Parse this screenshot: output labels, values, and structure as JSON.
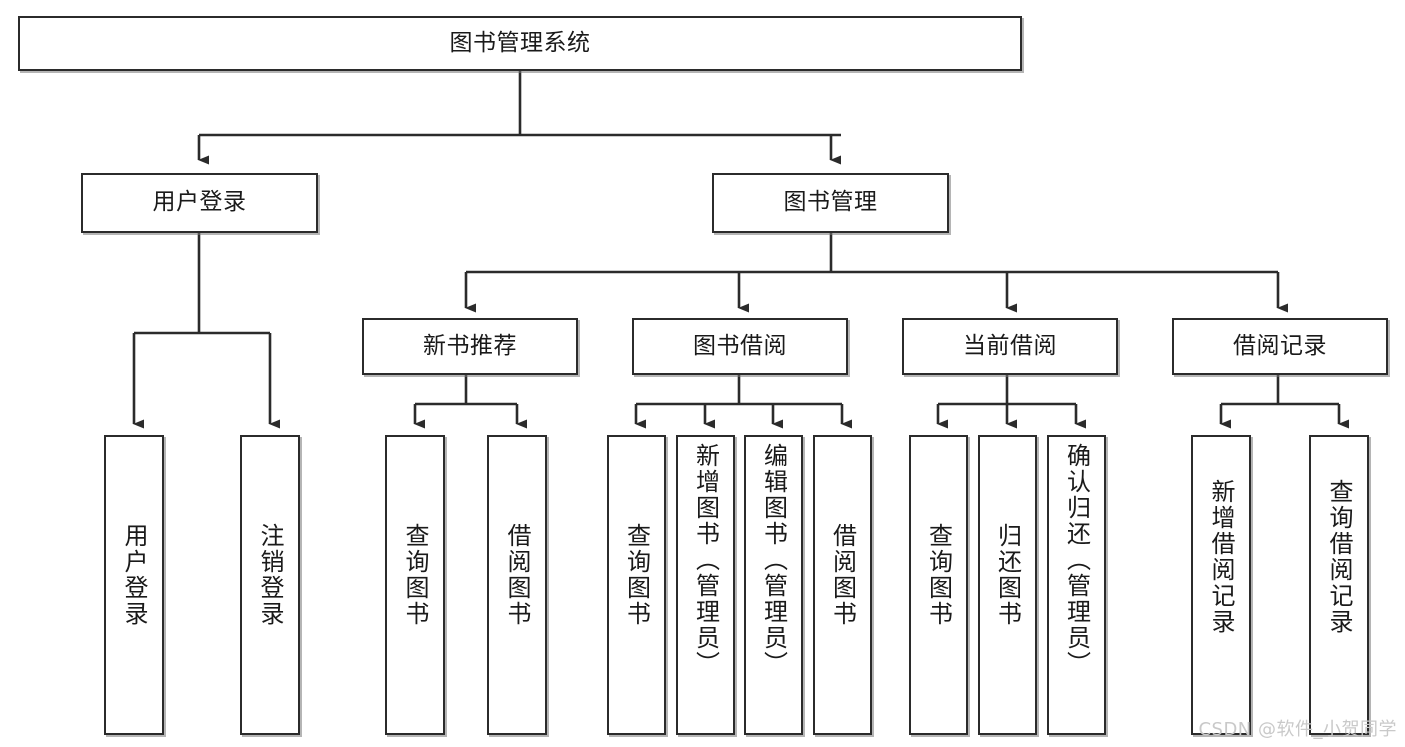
{
  "diagram": {
    "title": "图书管理系统",
    "type": "hierarchy-tree",
    "watermark": "CSDN @软件_小贺同学",
    "colors": {
      "box_border": "#2b2b2b",
      "box_fill": "#ffffff",
      "edge": "#2b2b2b",
      "text": "#1a1a1a",
      "watermark": "#c9c9c9",
      "background": "#ffffff"
    },
    "root": {
      "label": "图书管理系统",
      "orientation": "horizontal"
    },
    "level2": [
      {
        "label": "用户登录",
        "orientation": "horizontal"
      },
      {
        "label": "图书管理",
        "orientation": "horizontal"
      }
    ],
    "level3": [
      {
        "label": "新书推荐",
        "orientation": "horizontal",
        "parent": "图书管理"
      },
      {
        "label": "图书借阅",
        "orientation": "horizontal",
        "parent": "图书管理"
      },
      {
        "label": "当前借阅",
        "orientation": "horizontal",
        "parent": "图书管理"
      },
      {
        "label": "借阅记录",
        "orientation": "horizontal",
        "parent": "图书管理"
      }
    ],
    "leaves": {
      "user_login": [
        {
          "label": "用户登录",
          "orientation": "vertical"
        },
        {
          "label": "注销登录",
          "orientation": "vertical"
        }
      ],
      "new_book_recommend": [
        {
          "label": "查询图书",
          "orientation": "vertical"
        },
        {
          "label": "借阅图书",
          "orientation": "vertical"
        }
      ],
      "book_borrow": [
        {
          "label": "查询图书",
          "orientation": "vertical"
        },
        {
          "label": "新增图书（管理员）",
          "orientation": "vertical"
        },
        {
          "label": "编辑图书（管理员）",
          "orientation": "vertical"
        },
        {
          "label": "借阅图书",
          "orientation": "vertical"
        }
      ],
      "current_borrow": [
        {
          "label": "查询图书",
          "orientation": "vertical"
        },
        {
          "label": "归还图书",
          "orientation": "vertical"
        },
        {
          "label": "确认归还（管理员）",
          "orientation": "vertical"
        }
      ],
      "borrow_record": [
        {
          "label": "新增借阅记录",
          "orientation": "vertical"
        },
        {
          "label": "查询借阅记录",
          "orientation": "vertical"
        }
      ]
    }
  }
}
